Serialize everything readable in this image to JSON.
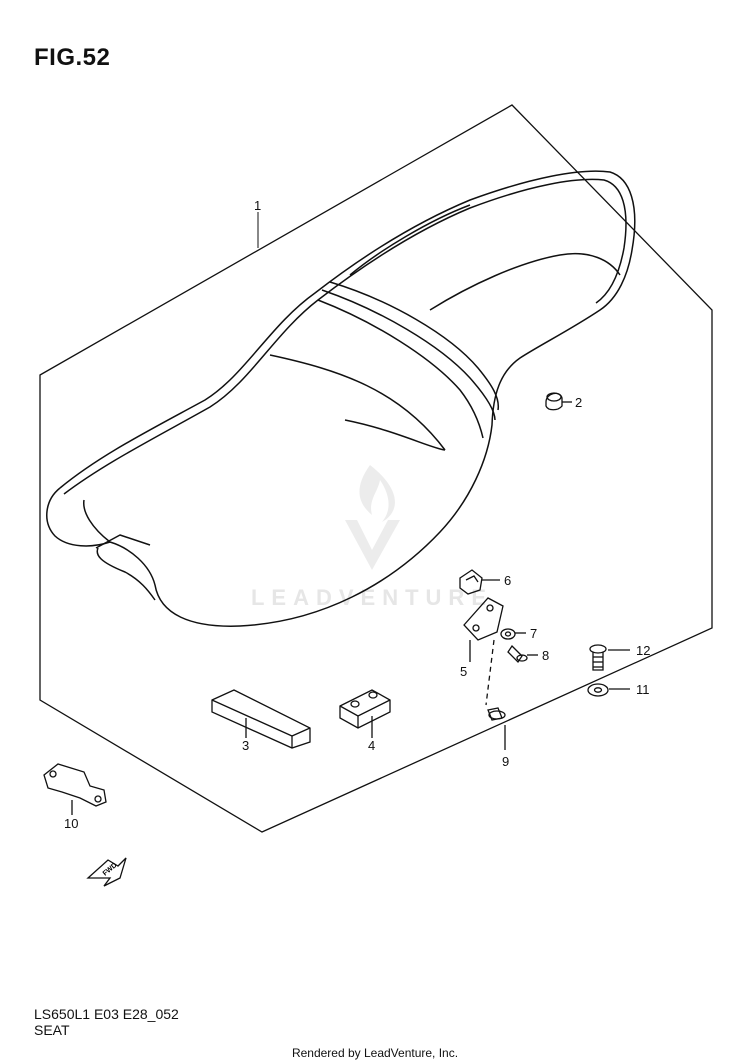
{
  "header": {
    "figure_label": "FIG.52"
  },
  "callouts": [
    {
      "id": "1",
      "text": "1"
    },
    {
      "id": "2",
      "text": "2"
    },
    {
      "id": "3",
      "text": "3"
    },
    {
      "id": "4",
      "text": "4"
    },
    {
      "id": "5",
      "text": "5"
    },
    {
      "id": "6",
      "text": "6"
    },
    {
      "id": "7",
      "text": "7"
    },
    {
      "id": "8",
      "text": "8"
    },
    {
      "id": "9",
      "text": "9"
    },
    {
      "id": "10",
      "text": "10"
    },
    {
      "id": "11",
      "text": "11"
    },
    {
      "id": "12",
      "text": "12"
    }
  ],
  "fwd_arrow_text": "FWD",
  "watermark": {
    "text": "LEADVENTURE"
  },
  "footer": {
    "code": "LS650L1 E03 E28_052",
    "name": "SEAT",
    "rendered_by": "Rendered by LeadVenture, Inc."
  },
  "colors": {
    "line": "#111111",
    "watermark": "#e6e6e6"
  }
}
